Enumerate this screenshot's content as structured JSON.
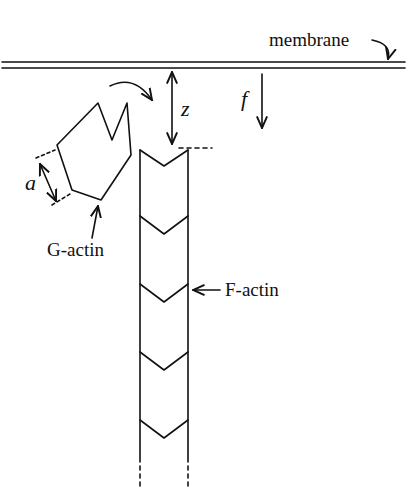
{
  "diagram": {
    "labels": [
      "membrane",
      "z",
      "f",
      "a",
      "G-actin",
      "F-actin"
    ]
  }
}
